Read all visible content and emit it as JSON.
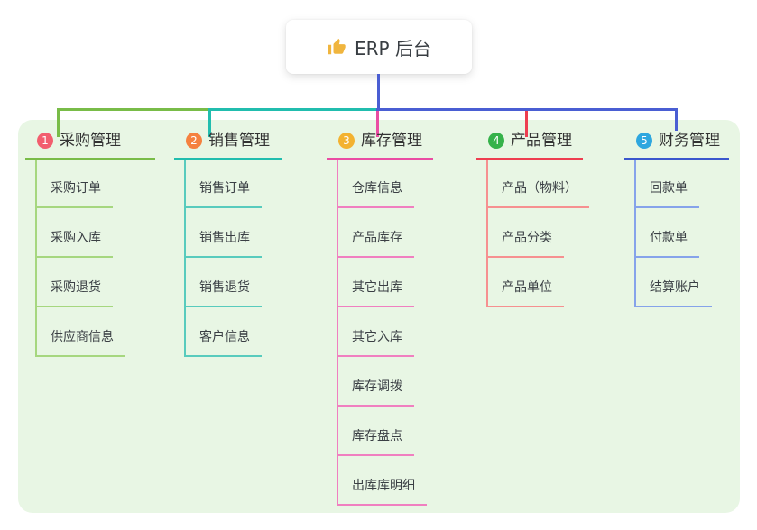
{
  "root": {
    "icon": "thumbs-up-icon",
    "label": "ERP 后台"
  },
  "colors": {
    "canvas_bg": "#ffffff",
    "panel_bg": "#e8f6e4",
    "root_text": "#383d42",
    "node_text": "#3a3f44",
    "thumb_yellow": "#f0b53e"
  },
  "connectors": {
    "stem": "#4a5ed3",
    "green": "#79bc48",
    "teal": "#21bdae",
    "indigo": "#4a5ed3",
    "magenta": "#ea4da3",
    "red": "#ee3e50"
  },
  "branches": [
    {
      "index": "1",
      "label": "采购管理",
      "badge_color": "#f25e6e",
      "line_color": "#79bc48",
      "child_line_color": "#a6d77f",
      "children": [
        "采购订单",
        "采购入库",
        "采购退货",
        "供应商信息"
      ]
    },
    {
      "index": "2",
      "label": "销售管理",
      "badge_color": "#f5813f",
      "line_color": "#21bdae",
      "child_line_color": "#58cbbd",
      "children": [
        "销售订单",
        "销售出库",
        "销售退货",
        "客户信息"
      ]
    },
    {
      "index": "3",
      "label": "库存管理",
      "badge_color": "#f3b230",
      "line_color": "#ea4da3",
      "child_line_color": "#f07fc0",
      "children": [
        "仓库信息",
        "产品库存",
        "其它出库",
        "其它入库",
        "库存调拨",
        "库存盘点",
        "出库库明细"
      ]
    },
    {
      "index": "4",
      "label": "产品管理",
      "badge_color": "#35b24a",
      "line_color": "#ee3e50",
      "child_line_color": "#f69090",
      "children": [
        "产品（物料）",
        "产品分类",
        "产品单位"
      ]
    },
    {
      "index": "5",
      "label": "财务管理",
      "badge_color": "#2ea7df",
      "line_color": "#3b57cd",
      "child_line_color": "#86a3ea",
      "children": [
        "回款单",
        "付款单",
        "结算账户"
      ]
    }
  ]
}
